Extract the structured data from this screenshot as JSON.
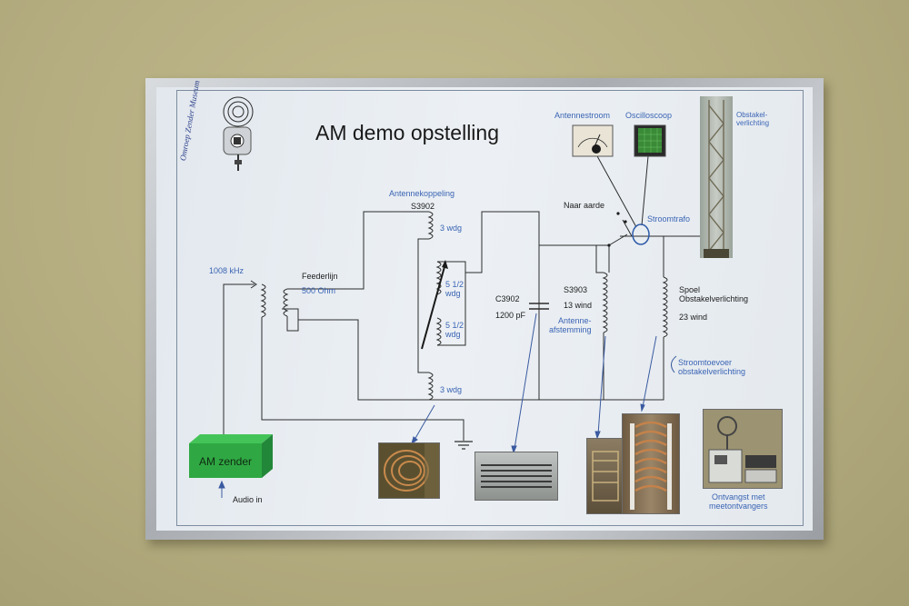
{
  "poster": {
    "logo_text": "Omroep Zender Museum",
    "title": "AM demo opstelling"
  },
  "labels": {
    "antennestroom": "Antennestroom",
    "oscilloscoop": "Oscilloscoop",
    "obstakelverlichting_top": "Obstakel-\nverlichting",
    "antennekoppeling": "Antennekoppeling",
    "s3902": "S3902",
    "wdg_3_top": "3 wdg",
    "wdg_5half_a": "5 1/2\nwdg",
    "wdg_5half_b": "5 1/2\nwdg",
    "wdg_3_bottom": "3 wdg",
    "naar_aarde": "Naar aarde",
    "stroomtrafo": "Stroomtrafo",
    "freq": "1008 kHz",
    "feederlijn": "Feederlijn",
    "ohm": "500 Ohm",
    "c3902": "C3902",
    "pf": "1200 pF",
    "s3903": "S3903",
    "wind_13": "13 wind",
    "antenne_afstemming": "Antenne-\nafstemming",
    "spoel": "Spoel\nObstakelverlichting",
    "wind_23": "23 wind",
    "stroomtoevoer": "Stroomtoevoer\nobstakelverlichting",
    "am_zender": "AM zender",
    "audio_in": "Audio in",
    "ontvangst": "Ontvangst met\nmeetontvangers"
  },
  "colors": {
    "wire": "#2c2c2c",
    "label_blue": "#3a64b4",
    "am_box": "#2fa843",
    "pointer": "#3a5aa0"
  },
  "icons": {
    "logo": "radio-tower-logo-icon",
    "meter": "ammeter-icon",
    "scope": "oscilloscope-screen-icon",
    "mast": "lattice-mast-photo",
    "ground": "ground-symbol-icon"
  }
}
